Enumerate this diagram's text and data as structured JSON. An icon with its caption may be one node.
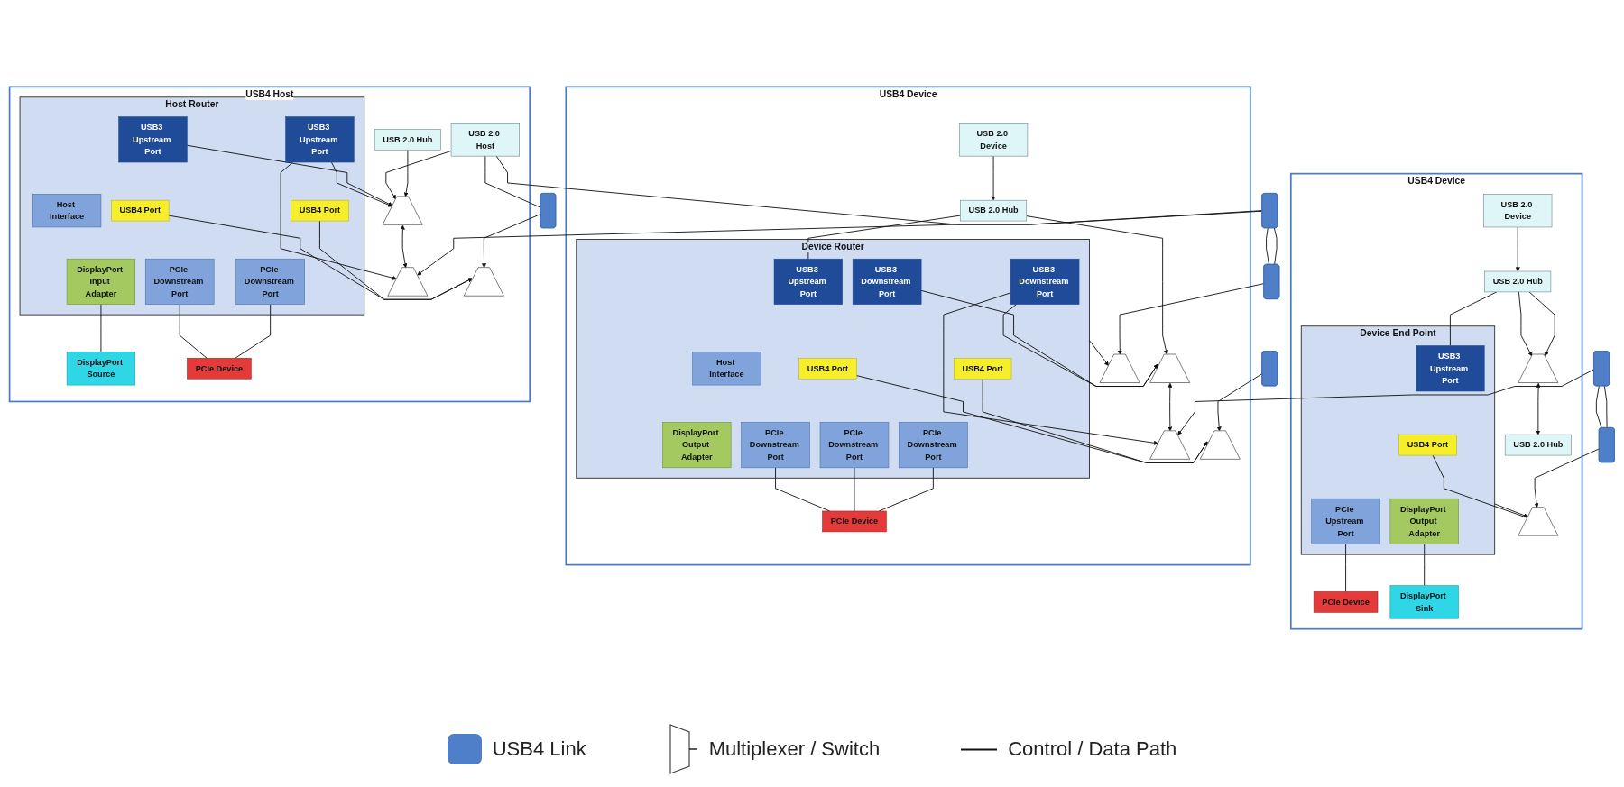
{
  "diagram": {
    "nodes": [
      {
        "text": [
          "USB4 Host"
        ]
      },
      {
        "text": [
          "USB 2.0 Host"
        ],
        "in": 0
      },
      {
        "text": [
          "USB 2.0 Hub"
        ],
        "in": 0
      },
      {
        "text": [],
        "shape": "trapezoid",
        "in": 0
      },
      {
        "text": [],
        "shape": "trapezoid",
        "in": 0
      },
      {
        "text": [
          "Host Router"
        ],
        "in": 0
      },
      {
        "text": [
          "USB3 Upstream Port"
        ],
        "in": 5
      },
      {
        "text": [
          "USB3 Upstream Port"
        ],
        "in": 5
      },
      {
        "text": [
          "USB4 Port"
        ],
        "in": 5
      },
      {
        "text": [
          "Host Interface"
        ],
        "in": 5
      },
      {
        "text": [
          "USB4 Port"
        ],
        "in": 5
      },
      {
        "text": [
          "DisplayPort Input Adapter"
        ],
        "in": 5
      },
      {
        "text": [
          "PCIe Downstream Port"
        ],
        "in": 5
      },
      {
        "text": [
          "PCIe Downstream Port"
        ],
        "in": 5
      },
      {
        "text": [],
        "shape": "trapezoid",
        "in": 0
      },
      {
        "text": [
          "DisplayPort Source"
        ],
        "in": 0
      },
      {
        "text": [
          "PCIe Device"
        ],
        "in": 0
      },
      {
        "text": [],
        "shape": "box"
      },
      {
        "text": [],
        "shape": "box"
      },
      {
        "text": [
          "USB4 Device"
        ]
      },
      {
        "text": [
          "USB 2.0 Device"
        ],
        "in": 19
      },
      {
        "text": [
          "USB 2.0 Hub"
        ],
        "in": 19
      },
      {
        "text": [],
        "shape": "trapezoid",
        "in": 19
      },
      {
        "text": [],
        "shape": "trapezoid",
        "in": 19
      },
      {
        "text": [
          "Device Router"
        ],
        "in": 19
      },
      {
        "text": [
          "USB3 Upstream Port"
        ],
        "in": 24
      },
      {
        "text": [
          "USB3 Downstream Port"
        ],
        "in": 24
      },
      {
        "text": [
          "USB3 Downstream Port"
        ],
        "in": 24
      },
      {
        "text": [
          "USB4 Port"
        ],
        "in": 24
      },
      {
        "text": [
          "Host Interface"
        ],
        "in": 24
      },
      {
        "text": [
          "USB4 Port"
        ],
        "in": 24
      },
      {
        "text": [
          "DisplayPort Output Adapter"
        ],
        "in": 24
      },
      {
        "text": [
          "PCIe Downstream Port"
        ],
        "in": 24
      },
      {
        "text": [
          "PCIe Downstream Port"
        ],
        "in": 24
      },
      {
        "text": [
          "PCIe Downstream Port"
        ],
        "in": 24
      },
      {
        "text": [],
        "shape": "trapezoid",
        "in": 19
      },
      {
        "text": [],
        "shape": "trapezoid",
        "in": 19
      },
      {
        "text": [
          "PCIe Device"
        ],
        "in": 19
      },
      {
        "text": [],
        "shape": "box"
      },
      {
        "text": [],
        "shape": "box"
      },
      {
        "text": [],
        "shape": "box"
      },
      {
        "text": [
          "USB4 Device"
        ]
      },
      {
        "text": [
          "USB 2.0 Device"
        ],
        "in": 41
      },
      {
        "text": [
          "USB 2.0 Hub"
        ],
        "in": 41
      },
      {
        "text": [],
        "shape": "trapezoid",
        "in": 41
      },
      {
        "text": [
          "USB 2.0 Hub"
        ],
        "in": 41
      },
      {
        "text": [
          "Device End Point"
        ],
        "in": 41
      },
      {
        "text": [
          "USB3 Upstream Port"
        ],
        "in": 46
      },
      {
        "text": [
          "USB4 Port"
        ],
        "in": 46
      },
      {
        "text": [
          "PCIe Upstream Port"
        ],
        "in": 46
      },
      {
        "text": [
          "DisplayPort Output Adapter"
        ],
        "in": 46
      },
      {
        "text": [],
        "shape": "trapezoid",
        "in": 41
      },
      {
        "text": [
          "PCIe Device"
        ],
        "in": 41
      },
      {
        "text": [
          "DisplayPort Sink"
        ],
        "in": 41
      },
      {
        "text": [],
        "shape": "box"
      }
    ],
    "edges": [
      {
        "from": 1,
        "to": 3,
        "arrow": "to"
      },
      {
        "from": 2,
        "to": 3,
        "arrow": "to"
      },
      {
        "from": 3,
        "to": 4,
        "arrow": "both"
      },
      {
        "from": 7,
        "to": 3,
        "arrow": "to"
      },
      {
        "from": 6,
        "to": 3,
        "arrow": "to"
      },
      {
        "from": 7,
        "to": 4,
        "arrow": "to"
      },
      {
        "from": 17,
        "to": 4,
        "arrow": "to"
      },
      {
        "from": 1,
        "to": 17,
        "arrow": "none"
      },
      {
        "from": 1,
        "to": 18,
        "arrow": "none"
      },
      {
        "from": 8,
        "to": 14,
        "arrow": "to"
      },
      {
        "from": 10,
        "to": 14,
        "arrow": "to"
      },
      {
        "from": 18,
        "to": 14,
        "arrow": "to"
      },
      {
        "from": 11,
        "to": 15,
        "arrow": "none"
      },
      {
        "from": 12,
        "to": 16,
        "arrow": "none"
      },
      {
        "from": 13,
        "to": 16,
        "arrow": "none"
      },
      {
        "from": 17,
        "to": 38,
        "arrow": "none"
      },
      {
        "from": 17,
        "to": 38,
        "arrow": "none"
      },
      {
        "from": 38,
        "to": 35,
        "arrow": "to"
      },
      {
        "from": 24,
        "to": 35,
        "arrow": "to"
      },
      {
        "from": 20,
        "to": 21,
        "arrow": "to"
      },
      {
        "from": 21,
        "to": 22,
        "arrow": "to"
      },
      {
        "from": 22,
        "to": 23,
        "arrow": "both"
      },
      {
        "from": 27,
        "to": 22,
        "arrow": "to"
      },
      {
        "from": 26,
        "to": 22,
        "arrow": "to"
      },
      {
        "from": 27,
        "to": 23,
        "arrow": "to"
      },
      {
        "from": 39,
        "to": 23,
        "arrow": "to"
      },
      {
        "from": 21,
        "to": 25,
        "arrow": "none"
      },
      {
        "from": 28,
        "to": 36,
        "arrow": "to"
      },
      {
        "from": 30,
        "to": 36,
        "arrow": "to"
      },
      {
        "from": 40,
        "to": 36,
        "arrow": "to"
      },
      {
        "from": 32,
        "to": 37,
        "arrow": "none"
      },
      {
        "from": 33,
        "to": 37,
        "arrow": "none"
      },
      {
        "from": 34,
        "to": 37,
        "arrow": "none"
      },
      {
        "from": 39,
        "to": 54,
        "arrow": "none"
      },
      {
        "from": 39,
        "to": 54,
        "arrow": "none"
      },
      {
        "from": 54,
        "to": 51,
        "arrow": "to"
      },
      {
        "from": 46,
        "to": 51,
        "arrow": "to"
      },
      {
        "from": 48,
        "to": 51,
        "arrow": "none"
      },
      {
        "from": 42,
        "to": 43,
        "arrow": "to"
      },
      {
        "from": 43,
        "to": 44,
        "arrow": "to"
      },
      {
        "from": 43,
        "to": 44,
        "arrow": "to"
      },
      {
        "from": 44,
        "to": 45,
        "arrow": "both"
      },
      {
        "from": 43,
        "to": 47,
        "arrow": "none"
      },
      {
        "from": 49,
        "to": 52,
        "arrow": "none"
      },
      {
        "from": 50,
        "to": 53,
        "arrow": "none"
      }
    ],
    "legend": [
      {
        "text": "USB4 Link",
        "color": "#4f7fc8"
      },
      {
        "text": "Multiplexer / Switch"
      },
      {
        "text": "Control / Data Path"
      }
    ]
  }
}
